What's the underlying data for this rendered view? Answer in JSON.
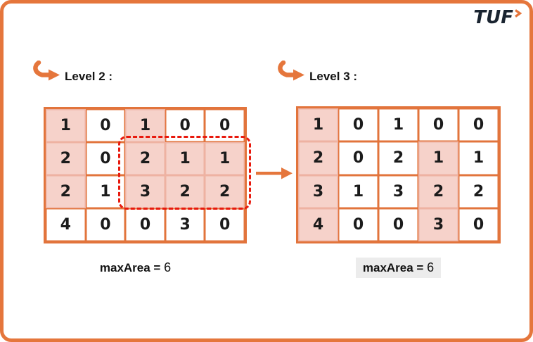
{
  "logo": {
    "text": "TUF"
  },
  "sections": [
    {
      "label": "Level 2 :",
      "grid": {
        "rows": 4,
        "cols": 5,
        "values": [
          [
            1,
            0,
            1,
            0,
            0
          ],
          [
            2,
            0,
            2,
            1,
            1
          ],
          [
            2,
            1,
            3,
            2,
            2
          ],
          [
            4,
            0,
            0,
            3,
            0
          ]
        ],
        "highlighted_cells": [
          [
            0,
            0
          ],
          [
            0,
            2
          ],
          [
            1,
            0
          ],
          [
            1,
            2
          ],
          [
            1,
            3
          ],
          [
            1,
            4
          ],
          [
            2,
            0
          ],
          [
            2,
            2
          ],
          [
            2,
            3
          ],
          [
            2,
            4
          ]
        ],
        "dashed_region": {
          "row_start": 1,
          "row_end": 2,
          "col_start": 2,
          "col_end": 4
        }
      },
      "result_label": "maxArea =",
      "result_value": "6",
      "result_highlighted": false
    },
    {
      "label": "Level 3 :",
      "grid": {
        "rows": 4,
        "cols": 5,
        "values": [
          [
            1,
            0,
            1,
            0,
            0
          ],
          [
            2,
            0,
            2,
            1,
            1
          ],
          [
            3,
            1,
            3,
            2,
            2
          ],
          [
            4,
            0,
            0,
            3,
            0
          ]
        ],
        "highlighted_cells": [
          [
            0,
            0
          ],
          [
            1,
            0
          ],
          [
            1,
            3
          ],
          [
            2,
            0
          ],
          [
            2,
            3
          ],
          [
            3,
            0
          ],
          [
            3,
            3
          ]
        ],
        "dashed_region": null
      },
      "result_label": "maxArea =",
      "result_value": "6",
      "result_highlighted": true
    }
  ],
  "colors": {
    "accent_orange": "#e5763c",
    "cell_highlight_pink": "#f6d2ca",
    "cell_border_orange": "#e2743c",
    "cell_border_salmon": "#eeb2a2",
    "dashed_red": "#e8190d",
    "result_highlight_gray": "#ececec",
    "logo_navy": "#1a2430"
  }
}
